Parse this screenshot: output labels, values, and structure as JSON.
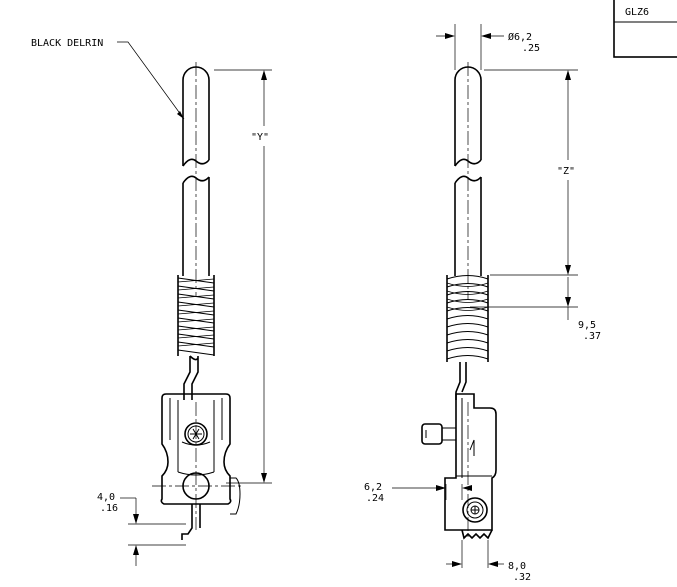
{
  "title_block": {
    "part_number": "GLZ6"
  },
  "left_view": {
    "material_label": "BLACK DELRIN",
    "length_label": "\"Y\"",
    "dim_height_mm": "4,0",
    "dim_height_in": ".16"
  },
  "right_view": {
    "dim_diameter_mm": "Ø6,2",
    "dim_diameter_in": ".25",
    "length_label": "\"Z\"",
    "dim_spring_mm": "9,5",
    "dim_spring_in": ".37",
    "dim_offset_mm": "6,2",
    "dim_offset_in": ".24",
    "dim_width_mm": "8,0",
    "dim_width_in": ".32"
  }
}
